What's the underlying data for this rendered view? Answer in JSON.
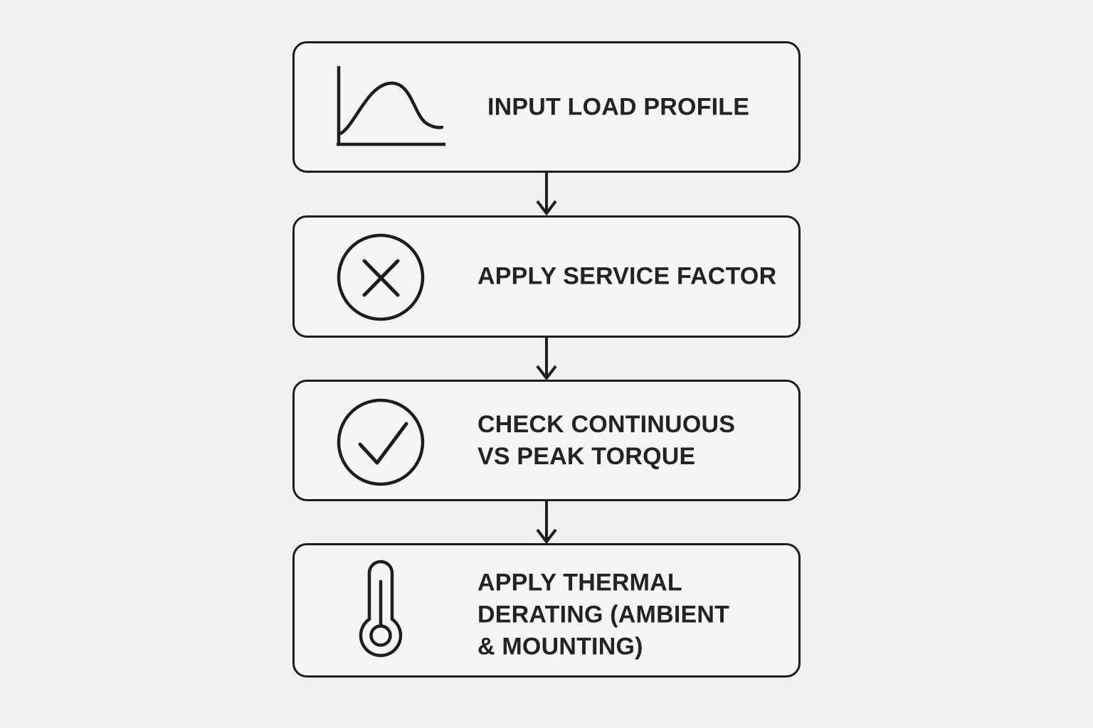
{
  "palette": {
    "background": "#f0f1ef",
    "box_fill": "#f5f5f3",
    "line": "#1d1d1b",
    "text": "#232321"
  },
  "flowchart": {
    "direction": "top-down",
    "steps": [
      {
        "label": "INPUT LOAD PROFILE",
        "lines": [
          "INPUT LOAD PROFILE"
        ],
        "icon": "load-profile-curve-icon"
      },
      {
        "label": "APPLY SERVICE FACTOR",
        "lines": [
          "APPLY SERVICE FACTOR"
        ],
        "icon": "multiply-circle-icon"
      },
      {
        "label": "CHECK CONTINUOUS VS PEAK TORQUE",
        "lines": [
          "CHECK CONTINUOUS",
          "VS PEAK TORQUE"
        ],
        "icon": "check-circle-icon"
      },
      {
        "label": "APPLY THERMAL DERATING (AMBIENT & MOUNTING)",
        "lines": [
          "APPLY THERMAL",
          "DERATING (AMBIENT",
          "& MOUNTING)"
        ],
        "icon": "thermometer-icon"
      }
    ],
    "connectors": [
      {
        "from": 0,
        "to": 1,
        "type": "arrow-down"
      },
      {
        "from": 1,
        "to": 2,
        "type": "arrow-down"
      },
      {
        "from": 2,
        "to": 3,
        "type": "arrow-down"
      }
    ]
  }
}
